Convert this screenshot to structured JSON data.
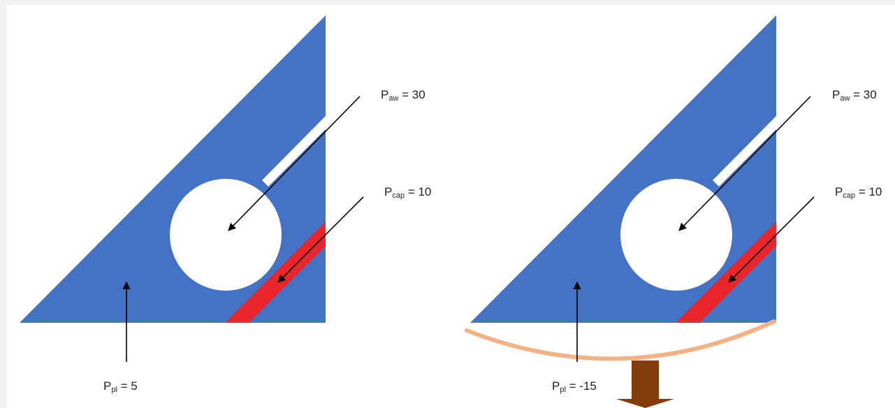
{
  "colors": {
    "background": "#f2f2f2",
    "panel": "#ffffff",
    "pore_body": "#4472c4",
    "water_film": "#e8262c",
    "arc": "#f4b183",
    "down_arrow": "#843c0c",
    "pointer": "#000000"
  },
  "panels": [
    {
      "p_aw": {
        "symbol": "P",
        "sub": "aw",
        "value": "= 30"
      },
      "p_cap": {
        "symbol": "P",
        "sub": "cap",
        "value": "= 10"
      },
      "p_pl": {
        "symbol": "P",
        "sub": "pl",
        "value": "= 5"
      }
    },
    {
      "p_aw": {
        "symbol": "P",
        "sub": "aw",
        "value": "= 30"
      },
      "p_cap": {
        "symbol": "P",
        "sub": "cap",
        "value": "= 10"
      },
      "p_pl": {
        "symbol": "P",
        "sub": "pl",
        "value": "= -15"
      }
    }
  ]
}
